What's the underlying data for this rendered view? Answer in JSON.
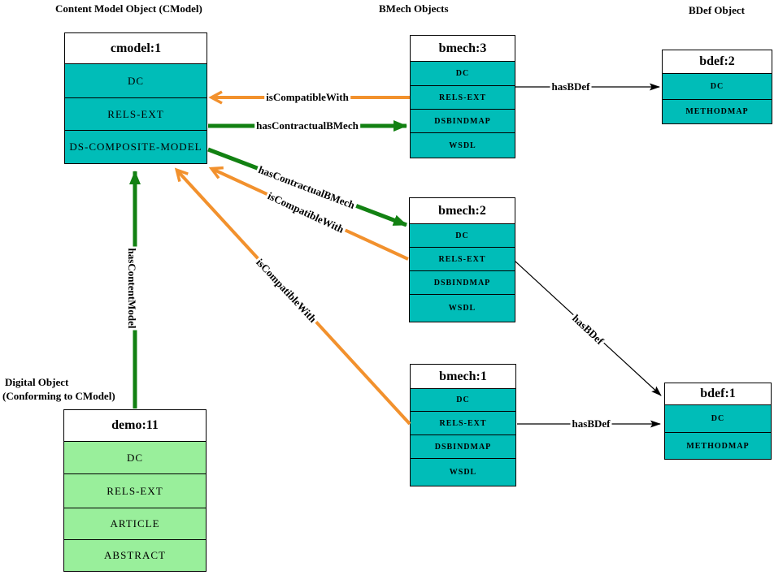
{
  "section_labels": {
    "cmodel": "Content Model Object (CModel)",
    "bmech": "BMech Objects",
    "bdef": "BDef Object",
    "digital_line1": "Digital Object",
    "digital_line2": "(Conforming to CModel)"
  },
  "colors": {
    "teal": "#00bdb8",
    "light_green": "#99ef9b",
    "green_arrow": "#128112",
    "orange_arrow": "#f2912d",
    "black": "#000000"
  },
  "boxes": [
    {
      "id": "cmodel1",
      "title": "cmodel:1",
      "rows": [
        "DC",
        "RELS-EXT",
        "DS-COMPOSITE-MODEL"
      ]
    },
    {
      "id": "bmech3",
      "title": "bmech:3",
      "rows": [
        "DC",
        "RELS-EXT",
        "DSBINDMAP",
        "WSDL"
      ]
    },
    {
      "id": "bdef2",
      "title": "bdef:2",
      "rows": [
        "DC",
        "METHODMAP"
      ]
    },
    {
      "id": "bmech2",
      "title": "bmech:2",
      "rows": [
        "DC",
        "RELS-EXT",
        "DSBINDMAP",
        "WSDL"
      ]
    },
    {
      "id": "bmech1",
      "title": "bmech:1",
      "rows": [
        "DC",
        "RELS-EXT",
        "DSBINDMAP",
        "WSDL"
      ]
    },
    {
      "id": "bdef1",
      "title": "bdef:1",
      "rows": [
        "DC",
        "METHODMAP"
      ]
    },
    {
      "id": "demo11",
      "title": "demo:11",
      "rows": [
        "DC",
        "RELS-EXT",
        "ARTICLE",
        "ABSTRACT"
      ]
    }
  ],
  "edges": [
    {
      "label": "isCompatibleWith",
      "from": "bmech3",
      "to": "cmodel1",
      "color": "orange"
    },
    {
      "label": "hasContractualBMech",
      "from": "cmodel1",
      "to": "bmech3",
      "color": "green"
    },
    {
      "label": "hasBDef",
      "from": "bmech3",
      "to": "bdef2",
      "color": "black"
    },
    {
      "label": "hasContractualBMech",
      "from": "cmodel1",
      "to": "bmech2",
      "color": "green"
    },
    {
      "label": "isCompatibleWith",
      "from": "bmech2",
      "to": "cmodel1",
      "color": "orange"
    },
    {
      "label": "isCompatibleWith",
      "from": "bmech1",
      "to": "cmodel1",
      "color": "orange"
    },
    {
      "label": "hasContentModel",
      "from": "demo11",
      "to": "cmodel1",
      "color": "green"
    },
    {
      "label": "hasBDef",
      "from": "bmech2",
      "to": "bdef1",
      "color": "black"
    },
    {
      "label": "hasBDef",
      "from": "bmech1",
      "to": "bdef1",
      "color": "black"
    }
  ]
}
